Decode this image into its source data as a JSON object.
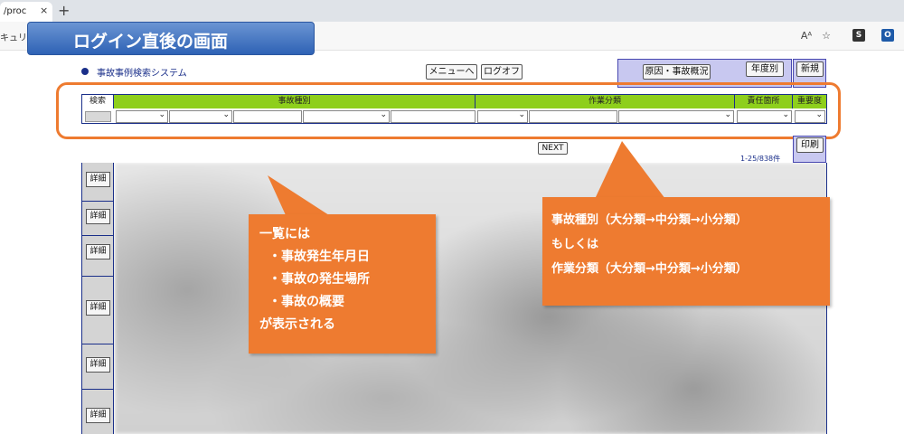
{
  "browser": {
    "tab_title": "/proc",
    "tab_close": "×",
    "new_tab": "+",
    "address_left": "キュリテ",
    "ext_s": "S",
    "ext_o": "O"
  },
  "banner": {
    "title": "ログイン直後の画面"
  },
  "header": {
    "system_title": "事故事例検索システム",
    "menu_button": "メニューへ",
    "logout_button": "ログオフ",
    "cause_button": "原因・事故概況",
    "year_button": "年度別",
    "new_button": "新規",
    "print_button": "印刷"
  },
  "filter": {
    "search_label": "検索",
    "accident_type_header": "事故種別",
    "work_type_header": "作業分類",
    "responsible_header": "責任箇所",
    "importance_header": "重要度"
  },
  "results": {
    "next_button": "NEXT",
    "count": "1-25/838件",
    "detail_label": "詳細"
  },
  "callouts": {
    "list": {
      "line1": "一覧には",
      "line2": "・事故発生年月日",
      "line3": "・事故の発生場所",
      "line4": "・事故の概要",
      "line5": "が表示される"
    },
    "types": {
      "line1": "事故種別（大分類→中分類→小分類）",
      "line2": "もしくは",
      "line3": "作業分類（大分類→中分類→小分類）"
    }
  },
  "colors": {
    "accent_orange": "#ee7b30",
    "header_green": "#8ecf1c",
    "panel_lavender": "#c8c8f0",
    "navy": "#1a2f8a"
  }
}
